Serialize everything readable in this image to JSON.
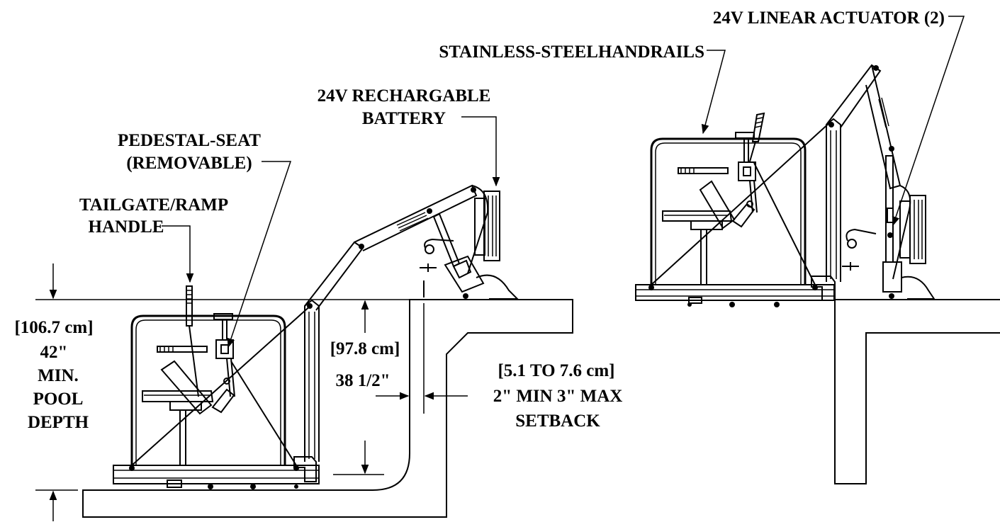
{
  "labels": {
    "linear_actuator": "24V LINEAR ACTUATOR (2)",
    "handrails": "STAINLESS-STEELHANDRAILS",
    "battery_line1": "24V RECHARGABLE",
    "battery_line2": "BATTERY",
    "seat_line1": "PEDESTAL-SEAT",
    "seat_line2": "(REMOVABLE)",
    "tailgate_line1": "TAILGATE/RAMP",
    "tailgate_line2": "HANDLE",
    "depth_metric": "[106.7 cm]",
    "depth_imperial": "42\"",
    "depth_line3": "MIN.",
    "depth_line4": "POOL",
    "depth_line5": "DEPTH",
    "height_metric": "[97.8 cm]",
    "height_imperial": "38 1/2\"",
    "setback_metric": "[5.1 TO 7.6 cm]",
    "setback_line1": "2\" MIN 3\" MAX",
    "setback_line2": "SETBACK"
  }
}
